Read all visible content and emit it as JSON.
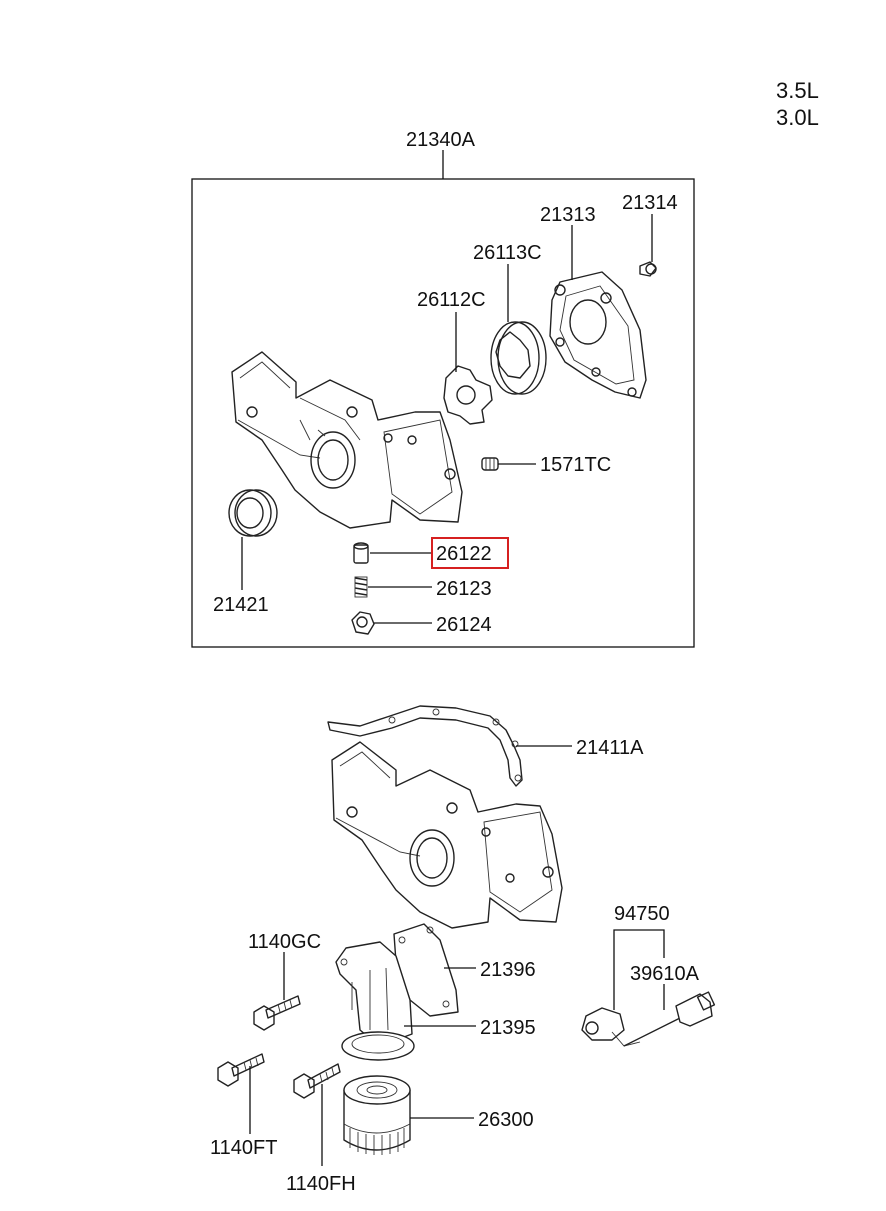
{
  "engine_variants": [
    "3.5L",
    "3.0L"
  ],
  "callouts": {
    "c21340A": "21340A",
    "c21313": "21313",
    "c21314": "21314",
    "c26113C": "26113C",
    "c26112C": "26112C",
    "c1571TC": "1571TC",
    "c21421": "21421",
    "c26122": "26122",
    "c26123": "26123",
    "c26124": "26124",
    "c21411A": "21411A",
    "c94750": "94750",
    "c39610A": "39610A",
    "c1140GC": "1140GC",
    "c21396": "21396",
    "c21395": "21395",
    "c26300": "26300",
    "c1140FT": "1140FT",
    "c1140FH": "1140FH"
  },
  "highlighted_part": "26122",
  "colors": {
    "highlight": "#d62020",
    "ink": "#111111",
    "background": "#ffffff"
  }
}
